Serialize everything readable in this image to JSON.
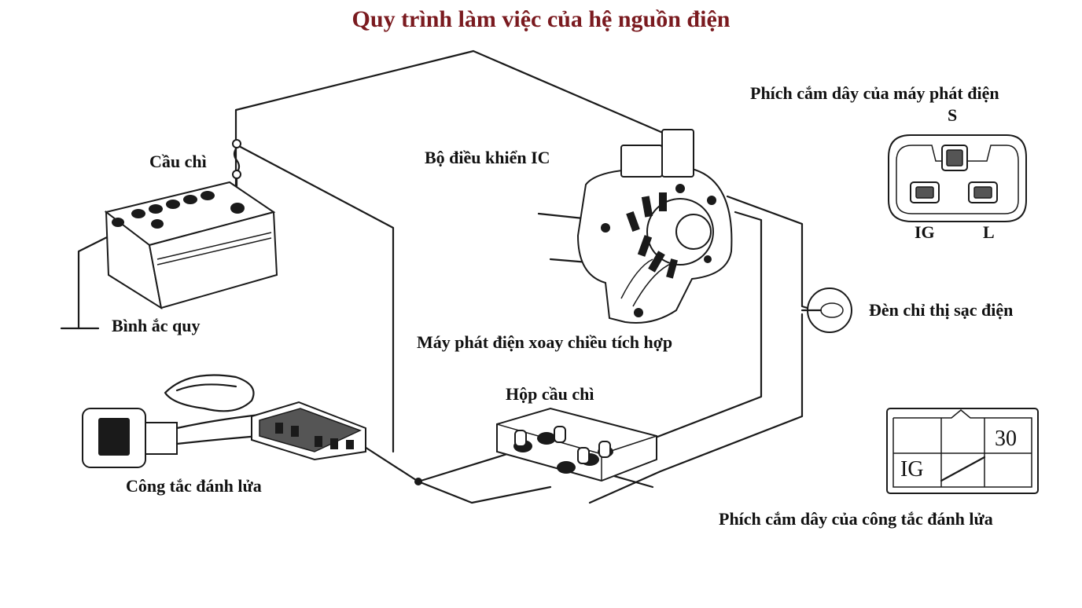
{
  "title": "Quy trình làm việc của hệ nguồn điện",
  "labels": {
    "fuse": "Cầu chì",
    "battery": "Bình ắc quy",
    "ic_regulator": "Bộ điều khiển IC",
    "alternator": "Máy phát điện xoay chiều tích hợp",
    "charge_lamp": "Đèn chỉ thị sạc điện",
    "fuse_box": "Hộp cầu chì",
    "ignition_switch": "Công tắc đánh lửa",
    "alt_connector": "Phích cắm dây của máy phát điện",
    "alt_pin_s": "S",
    "alt_pin_ig": "IG",
    "alt_pin_l": "L",
    "ign_connector": "Phích cắm dây của công tắc đánh lửa",
    "ign_pin_30": "30",
    "ign_pin_ig": "IG"
  }
}
